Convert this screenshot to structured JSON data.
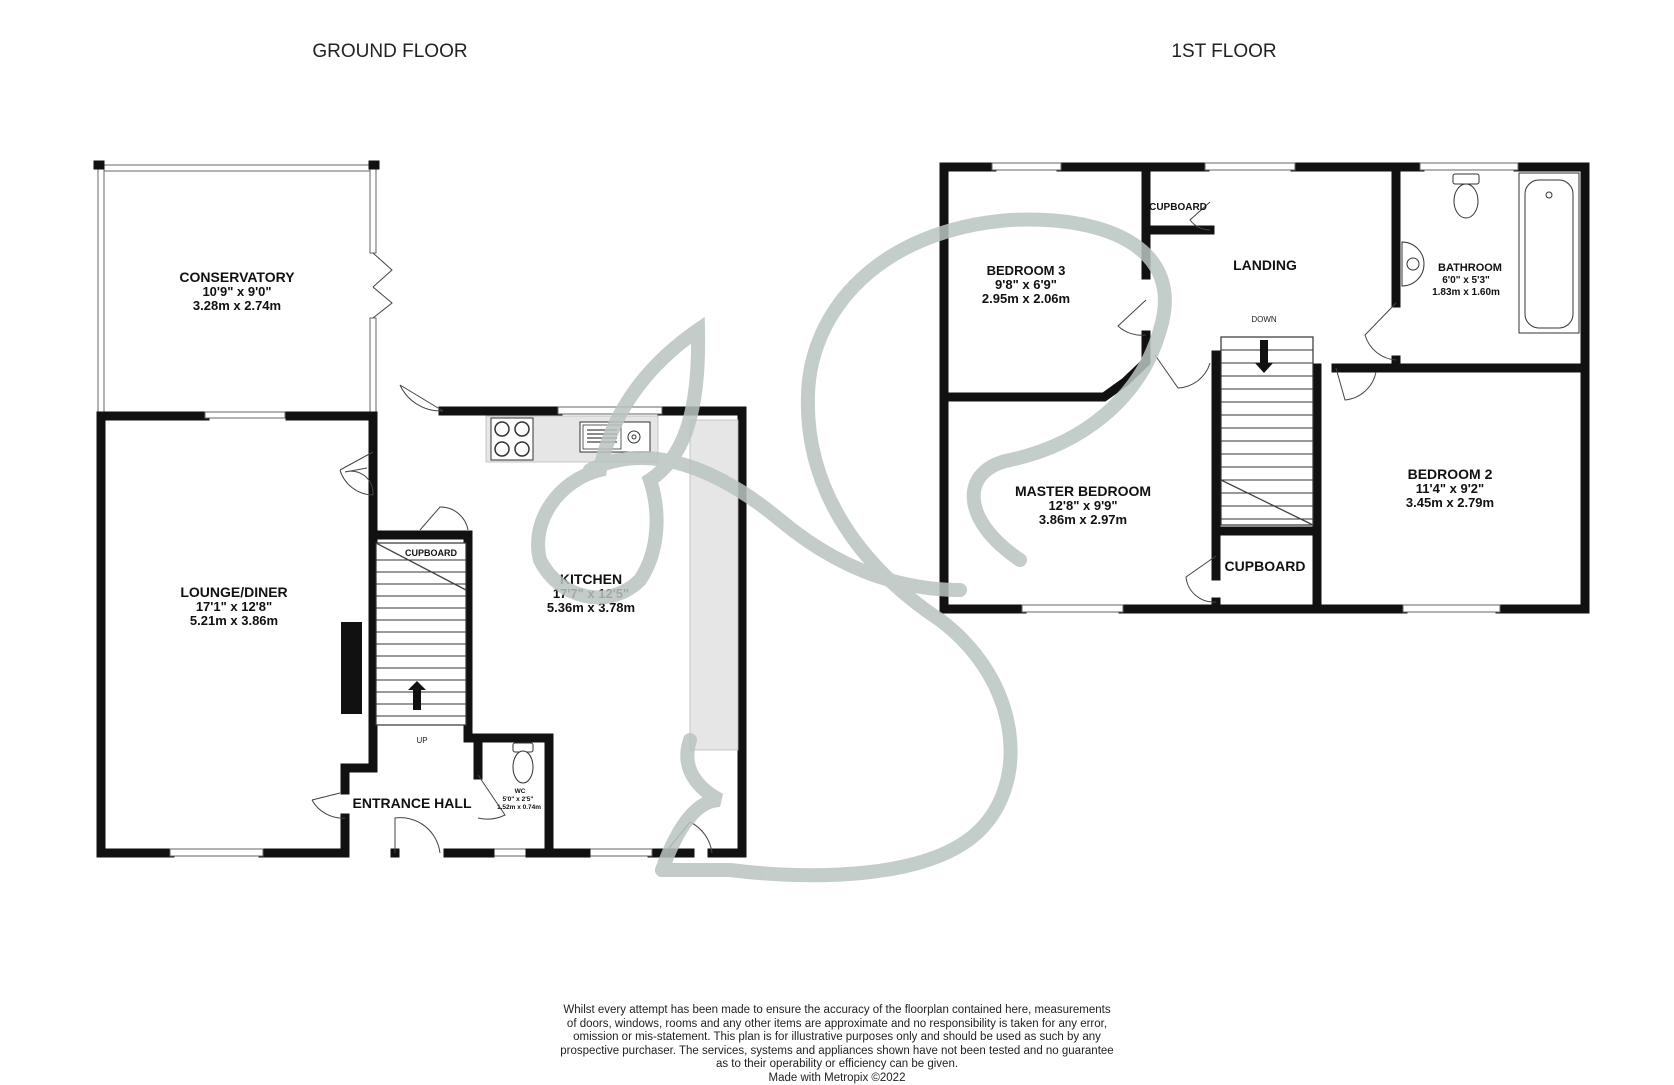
{
  "floors": {
    "ground": {
      "title": "GROUND FLOOR",
      "rooms": {
        "conservatory": {
          "name": "CONSERVATORY",
          "imperial": "10'9\"  x 9'0\"",
          "metric": "3.28m  x 2.74m"
        },
        "lounge": {
          "name": "LOUNGE/DINER",
          "imperial": "17'1\"  x 12'8\"",
          "metric": "5.21m  x 3.86m"
        },
        "kitchen": {
          "name": "KITCHEN",
          "imperial": "17'7\"  x 12'5\"",
          "metric": "5.36m  x 3.78m"
        },
        "wc": {
          "name": "WC",
          "imperial": "5'0\"  x 2'5\"",
          "metric": "1.52m  x 0.74m"
        },
        "entrance_hall": {
          "name": "ENTRANCE HALL"
        },
        "cupboard": {
          "name": "CUPBOARD"
        }
      },
      "stair_label": "UP"
    },
    "first": {
      "title": "1ST FLOOR",
      "rooms": {
        "bedroom3": {
          "name": "BEDROOM 3",
          "imperial": "9'8\"  x 6'9\"",
          "metric": "2.95m  x 2.06m"
        },
        "landing": {
          "name": "LANDING"
        },
        "bathroom": {
          "name": "BATHROOM",
          "imperial": "6'0\"  x 5'3\"",
          "metric": "1.83m  x 1.60m"
        },
        "master": {
          "name": "MASTER BEDROOM",
          "imperial": "12'8\"  x 9'9\"",
          "metric": "3.86m  x 2.97m"
        },
        "bedroom2": {
          "name": "BEDROOM 2",
          "imperial": "11'4\"  x 9'2\"",
          "metric": "3.45m  x 2.79m"
        },
        "cupboard_small": {
          "name": "CUPBOARD"
        },
        "cupboard_large": {
          "name": "CUPBOARD"
        }
      },
      "stair_label": "DOWN"
    }
  },
  "disclaimer": [
    "Whilst every attempt has been made to ensure the accuracy of the floorplan contained here, measurements",
    "of doors, windows, rooms and any other items are approximate and no responsibility is taken for any error,",
    "omission or mis-statement. This plan is for illustrative purposes only and should be used as such by any",
    "prospective purchaser. The services, systems and appliances shown have not been tested and no guarantee",
    "as to their operability or efficiency can be given."
  ],
  "credit": "Made with Metropix ©2022",
  "colors": {
    "wall": "#111111",
    "watermark": "#b9c4c0",
    "background": "#ffffff"
  },
  "icons": [
    "watermark-logo",
    "stair-arrow-icon",
    "hob-icon",
    "sink-icon",
    "toilet-icon",
    "basin-icon",
    "bath-icon"
  ]
}
